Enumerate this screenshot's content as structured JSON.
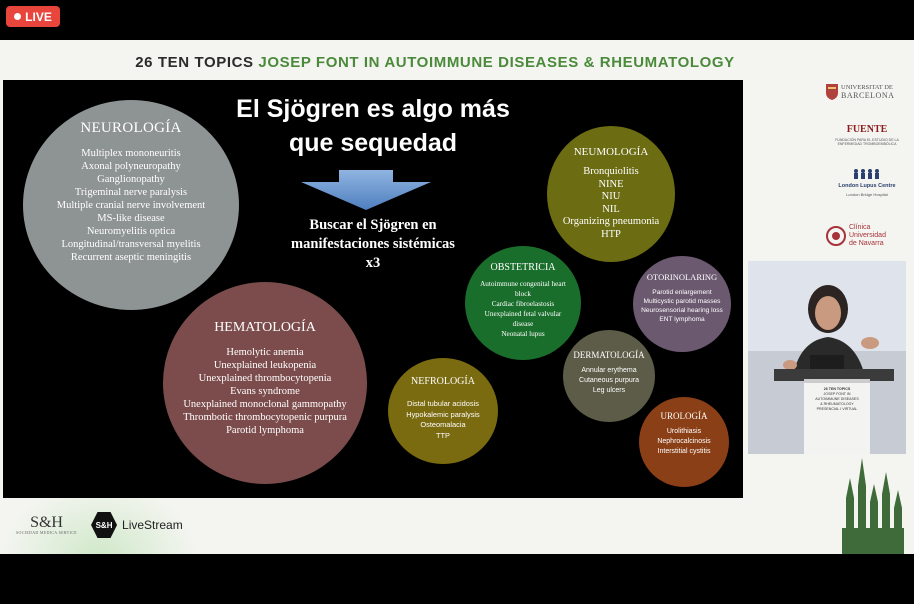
{
  "live": {
    "label": "LIVE"
  },
  "conference": {
    "prefix": "26 TEN TOPICS",
    "highlight": "JOSEP FONT IN AUTOIMMUNE DISEASES & RHEUMATOLOGY"
  },
  "slide": {
    "title_line1": "El Sjögren es algo más",
    "title_line2": "que sequedad",
    "buscar_line1": "Buscar el Sjögren en",
    "buscar_line2": "manifestaciones sistémicas",
    "buscar_line3": "x3",
    "circles": {
      "neurologia": {
        "title": "NEUROLOGÍA",
        "items": [
          "Multiplex mononeuritis",
          "Axonal polyneuropathy",
          "Ganglionopathy",
          "Trigeminal nerve paralysis",
          "Multiple cranial nerve involvement",
          "MS-like disease",
          "Neuromyelitis optica",
          "Longitudinal/transversal myelitis",
          "Recurrent aseptic meningitis"
        ]
      },
      "hematologia": {
        "title": "HEMATOLOGÍA",
        "items": [
          "Hemolytic anemia",
          "Unexplained leukopenia",
          "Unexplained thrombocytopenia",
          "Evans syndrome",
          "Unexplained monoclonal gammopathy",
          "Thrombotic thrombocytopenic purpura",
          "Parotid lymphoma"
        ]
      },
      "neumologia": {
        "title": "NEUMOLOGÍA",
        "items": [
          "Bronquiolitis",
          "NINE",
          "NIU",
          "NIL",
          "Organizing pneumonia",
          "HTP"
        ]
      },
      "obstetricia": {
        "title": "OBSTETRICIA",
        "items": [
          "Autoimmune congenital heart",
          "block",
          "Cardiac fibroelastosis",
          "Unexplained fetal valvular",
          "disease",
          "Neonatal lupus"
        ]
      },
      "otorinolaring": {
        "title": "OTORINOLARING",
        "items": [
          "Parotid enlargement",
          "Multicystic parotid masses",
          "Neurosensorial hearing loss",
          "ENT lymphoma"
        ]
      },
      "dermatologia": {
        "title": "DERMATOLOGÍA",
        "items": [
          "Annular erythema",
          "Cutaneous purpura",
          "Leg ulcers"
        ]
      },
      "nefrologia": {
        "title": "NEFROLOGÍA",
        "items": [
          "Distal tubular acidosis",
          "Hypokalemic paralysis",
          "Osteomalacia",
          "TTP"
        ]
      },
      "urologia": {
        "title": "UROLOGÍA",
        "items": [
          "Urolithiasis",
          "Nephrocalcinosis",
          "Interstitial cystitis"
        ]
      }
    }
  },
  "sponsors": {
    "ub": {
      "line1": "UNIVERSITAT DE",
      "line2": "BARCELONA"
    },
    "fuente": {
      "name": "FUENTE",
      "sub": "FUNDACIÓN PARA EL ESTUDIO DE LA ENFERMEDAD TROMBOEMBÓLICA"
    },
    "lupus": {
      "name": "London Lupus Centre",
      "sub": "London Bridge Hospital"
    },
    "cun": {
      "line1": "Clínica",
      "line2": "Universidad",
      "line3": "de Navarra"
    }
  },
  "video": {
    "podium_line1": "26 TEN TOPICS",
    "podium_line2": "JOSEP FONT IN",
    "podium_line3": "AUTOIMMUNE DISEASES",
    "podium_line4": "& RHEUMATOLOGY",
    "podium_line5": "PRESENCIAL I VIRTUAL"
  },
  "footer": {
    "sh_logo": "S&H",
    "sh_sub": "SOCIEDAD MEDICA SERVICE",
    "livestream_badge": "S&H",
    "livestream_label": "LiveStream"
  },
  "colors": {
    "live": "#e8453c",
    "accent_green": "#4a8a3a",
    "slide_bg": "#000000"
  }
}
